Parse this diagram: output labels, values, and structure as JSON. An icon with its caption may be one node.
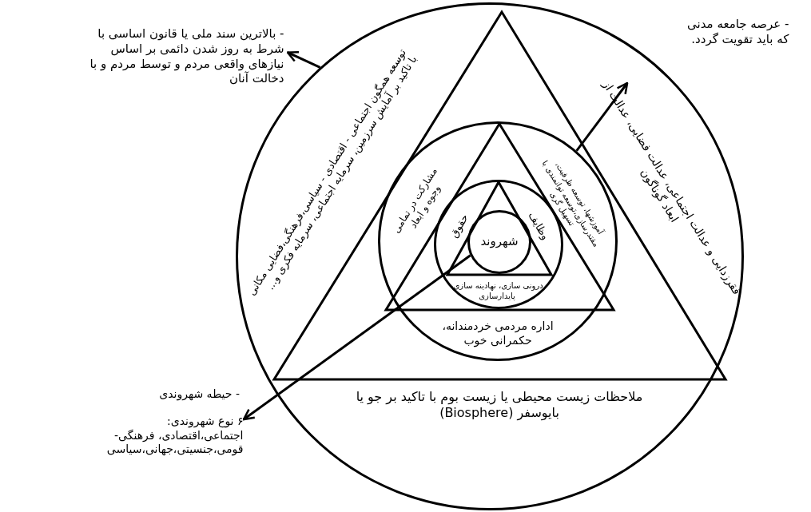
{
  "diagram": {
    "nodes": [
      {
        "text": [
          "توسعه همگون اجتماعی - اقتصادی - سیاسی،فرهنگی،فضایی مکانی با تاکید بر آمایش سرزمین، سرمایه اجتماعی، سرمایه فکری و...",
          "فقرزدایی و عدالت اجتماعی، عدالت فضایی، عدالت از ابعاد گوناگون",
          "ملاحظات زیست محیطی یا زیست بوم با تاکید بر جو یا بایوسفر (Biosphere)"
        ]
      },
      {
        "text": [],
        "shape": "triangle",
        "in": 0
      },
      {
        "text": [
          "مشارکت در تمامی وجوه و ابعاد",
          "آموزشها، توسعه ظرفیت، مقتدرسازی،توسعه توانمندی با تسهیل گری",
          "اداره مردمی خردمندانه، حکمرانی خوب"
        ],
        "in": 1
      },
      {
        "text": [],
        "shape": "triangle",
        "in": 2
      },
      {
        "text": [
          "حقوق",
          "وظایف",
          "درونی سازی، نهادینه سازی، پایدارسازی"
        ],
        "in": 3
      },
      {
        "text": [],
        "shape": "triangle",
        "in": 4
      },
      {
        "text": [
          "شهروند"
        ],
        "in": 5
      },
      {
        "text": [
          "- بالاترین سند ملی یا قانون اساسی با شرط به روز شدن دائمی بر اساس نیازهای واقعی مردم و توسط مردم و با دخالت آنان"
        ]
      },
      {
        "text": [
          "- عرصه جامعه مدنی که باید تقویت گردد."
        ]
      },
      {
        "text": [
          "- حیطه شهروندی",
          "۶ نوع شهروندی: اجتماعی،اقتصادی، فرهنگی-قومی،جنسیتی،جهانی،سیاسی"
        ]
      }
    ],
    "edges": [
      {
        "from": 0,
        "to": 7,
        "arrow": "to"
      },
      {
        "from": 2,
        "to": 8,
        "arrow": "to"
      },
      {
        "from": 6,
        "to": 9,
        "arrow": "to"
      }
    ]
  }
}
